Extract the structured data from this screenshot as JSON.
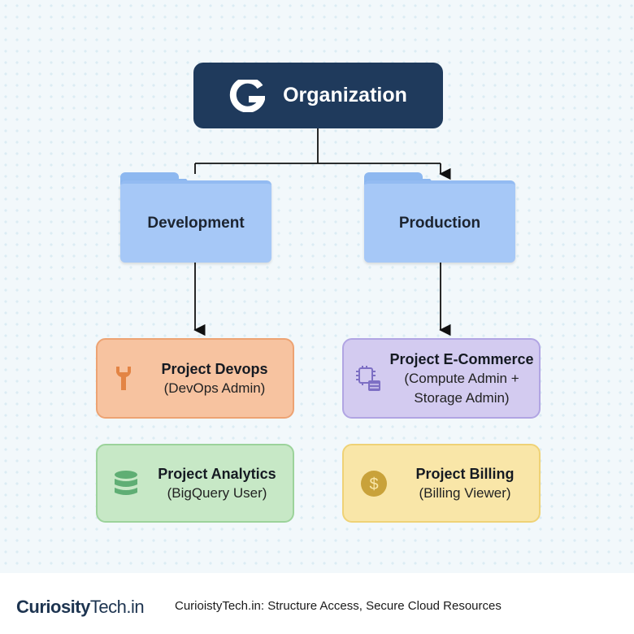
{
  "root": {
    "label": "Organization",
    "icon": "google-cloud-g-icon"
  },
  "folders": [
    {
      "label": "Development"
    },
    {
      "label": "Production"
    }
  ],
  "projects": [
    {
      "title": "Project Devops",
      "role": "(DevOps Admin)",
      "icon": "wrench-icon",
      "color": "#f7c3a0"
    },
    {
      "title": "Project E-Commerce",
      "role_line1": "(Compute Admin +",
      "role_line2": "Storage Admin)",
      "icon": "chip-storage-icon",
      "color": "#d3cbf0"
    },
    {
      "title": "Project Analytics",
      "role": "(BigQuery User)",
      "icon": "database-icon",
      "color": "#c7e8c6"
    },
    {
      "title": "Project Billing",
      "role": "(Billing Viewer)",
      "icon": "dollar-coin-icon",
      "color": "#f9e6a8"
    }
  ],
  "footer": {
    "brand_bold": "Curiosity",
    "brand_rest": "Tech.in",
    "tagline": "CurioistyTech.in: Structure Access, Secure Cloud Resources"
  }
}
